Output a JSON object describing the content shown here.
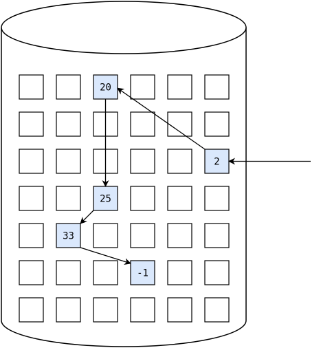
{
  "diagram": {
    "colors": {
      "stroke": "#000000",
      "background": "#ffffff",
      "highlight_fill": "#dae8fc"
    },
    "grid": {
      "rows": 7,
      "cols": 6
    },
    "highlighted_cells": [
      {
        "row": 0,
        "col": 2,
        "label": "20"
      },
      {
        "row": 2,
        "col": 5,
        "label": "2"
      },
      {
        "row": 3,
        "col": 2,
        "label": "25"
      },
      {
        "row": 4,
        "col": 1,
        "label": "33"
      },
      {
        "row": 5,
        "col": 3,
        "label": "-1"
      }
    ],
    "edges": [
      {
        "from": "entry",
        "to": "2"
      },
      {
        "from": "2",
        "to": "20"
      },
      {
        "from": "20",
        "to": "25"
      },
      {
        "from": "25",
        "to": "33"
      },
      {
        "from": "33",
        "to": "-1"
      }
    ]
  }
}
